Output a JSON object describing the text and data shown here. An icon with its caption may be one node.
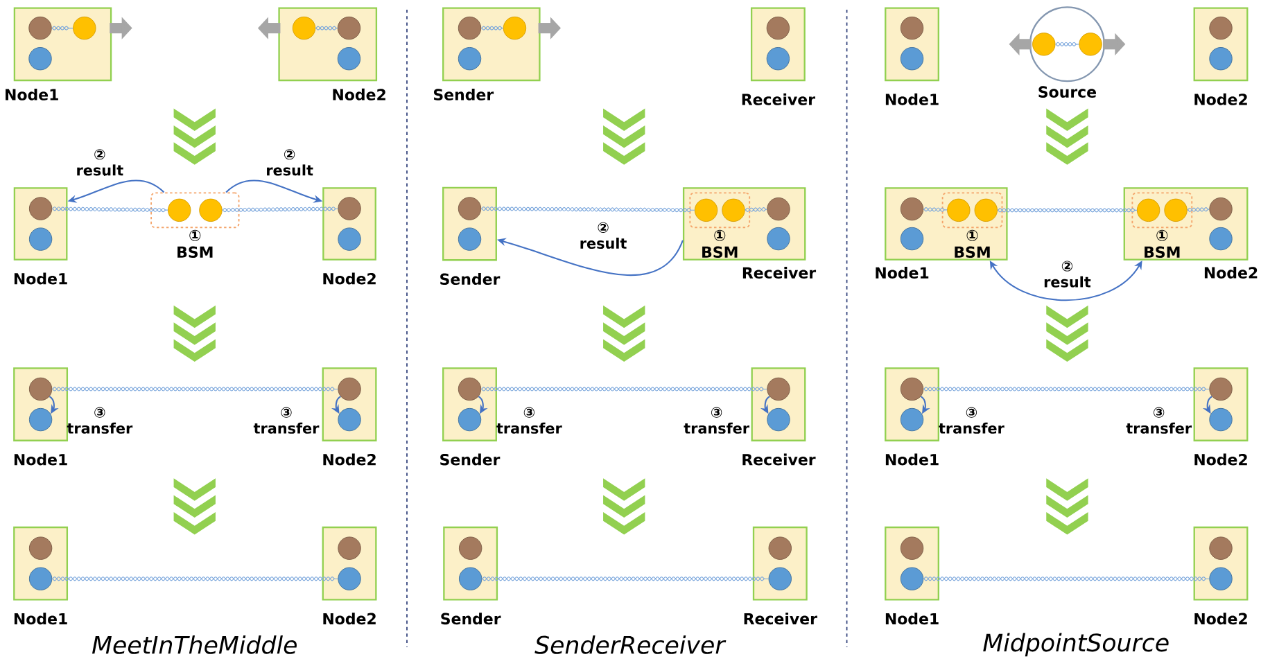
{
  "diagram": {
    "nodes": [
      {
        "text": [
          "Node1"
        ]
      },
      {
        "text": [],
        "shape": "circle",
        "in": 0
      },
      {
        "text": [],
        "shape": "circle",
        "in": 0
      },
      {
        "text": [],
        "shape": "circle",
        "in": 0
      },
      {
        "text": [
          "Node2"
        ]
      },
      {
        "text": [],
        "shape": "circle",
        "in": 4
      },
      {
        "text": [],
        "shape": "circle",
        "in": 4
      },
      {
        "text": [],
        "shape": "circle",
        "in": 4
      },
      {
        "text": [
          "Node1"
        ]
      },
      {
        "text": [],
        "shape": "circle",
        "in": 8
      },
      {
        "text": [],
        "shape": "circle",
        "in": 8
      },
      {
        "text": [
          "① BSM"
        ]
      },
      {
        "text": [],
        "shape": "circle",
        "in": 11
      },
      {
        "text": [],
        "shape": "circle",
        "in": 11
      },
      {
        "text": [
          "Node2"
        ]
      },
      {
        "text": [],
        "shape": "circle",
        "in": 14
      },
      {
        "text": [],
        "shape": "circle",
        "in": 14
      },
      {
        "text": [
          "Node1"
        ]
      },
      {
        "text": [],
        "shape": "circle",
        "in": 17
      },
      {
        "text": [],
        "shape": "circle",
        "in": 17
      },
      {
        "text": [
          "Node2"
        ]
      },
      {
        "text": [],
        "shape": "circle",
        "in": 20
      },
      {
        "text": [],
        "shape": "circle",
        "in": 20
      },
      {
        "text": [
          "Node1"
        ]
      },
      {
        "text": [],
        "shape": "circle",
        "in": 23
      },
      {
        "text": [],
        "shape": "circle",
        "in": 23
      },
      {
        "text": [
          "Node2"
        ]
      },
      {
        "text": [],
        "shape": "circle",
        "in": 26
      },
      {
        "text": [],
        "shape": "circle",
        "in": 26
      },
      {
        "text": [
          "Sender"
        ]
      },
      {
        "text": [],
        "shape": "circle",
        "in": 29
      },
      {
        "text": [],
        "shape": "circle",
        "in": 29
      },
      {
        "text": [],
        "shape": "circle",
        "in": 29
      },
      {
        "text": [
          "Receiver"
        ]
      },
      {
        "text": [],
        "shape": "circle",
        "in": 33
      },
      {
        "text": [],
        "shape": "circle",
        "in": 33
      },
      {
        "text": [
          "Sender"
        ]
      },
      {
        "text": [],
        "shape": "circle",
        "in": 36
      },
      {
        "text": [],
        "shape": "circle",
        "in": 36
      },
      {
        "text": [
          "Receiver"
        ]
      },
      {
        "text": [
          "① BSM"
        ],
        "in": 39
      },
      {
        "text": [],
        "shape": "circle",
        "in": 40
      },
      {
        "text": [],
        "shape": "circle",
        "in": 40
      },
      {
        "text": [],
        "shape": "circle",
        "in": 39
      },
      {
        "text": [],
        "shape": "circle",
        "in": 39
      },
      {
        "text": [
          "Sender"
        ]
      },
      {
        "text": [],
        "shape": "circle",
        "in": 45
      },
      {
        "text": [],
        "shape": "circle",
        "in": 45
      },
      {
        "text": [
          "Receiver"
        ]
      },
      {
        "text": [],
        "shape": "circle",
        "in": 48
      },
      {
        "text": [],
        "shape": "circle",
        "in": 48
      },
      {
        "text": [
          "Sender"
        ]
      },
      {
        "text": [],
        "shape": "circle",
        "in": 51
      },
      {
        "text": [],
        "shape": "circle",
        "in": 51
      },
      {
        "text": [
          "Receiver"
        ]
      },
      {
        "text": [],
        "shape": "circle",
        "in": 54
      },
      {
        "text": [],
        "shape": "circle",
        "in": 54
      },
      {
        "text": [
          "Node1"
        ]
      },
      {
        "text": [],
        "shape": "circle",
        "in": 57
      },
      {
        "text": [],
        "shape": "circle",
        "in": 57
      },
      {
        "text": [
          "Source"
        ]
      },
      {
        "text": [],
        "shape": "circle",
        "in": 60
      },
      {
        "text": [],
        "shape": "circle",
        "in": 60
      },
      {
        "text": [
          "Node2"
        ]
      },
      {
        "text": [],
        "shape": "circle",
        "in": 63
      },
      {
        "text": [],
        "shape": "circle",
        "in": 63
      },
      {
        "text": [
          "Node1"
        ]
      },
      {
        "text": [],
        "shape": "circle",
        "in": 66
      },
      {
        "text": [],
        "shape": "circle",
        "in": 66
      },
      {
        "text": [
          "① BSM"
        ],
        "in": 66
      },
      {
        "text": [],
        "shape": "circle",
        "in": 69
      },
      {
        "text": [],
        "shape": "circle",
        "in": 69
      },
      {
        "text": [
          "Node2"
        ]
      },
      {
        "text": [
          "① BSM"
        ],
        "in": 72
      },
      {
        "text": [],
        "shape": "circle",
        "in": 73
      },
      {
        "text": [],
        "shape": "circle",
        "in": 73
      },
      {
        "text": [],
        "shape": "circle",
        "in": 72
      },
      {
        "text": [],
        "shape": "circle",
        "in": 72
      },
      {
        "text": [
          "Node1"
        ]
      },
      {
        "text": [],
        "shape": "circle",
        "in": 78
      },
      {
        "text": [],
        "shape": "circle",
        "in": 78
      },
      {
        "text": [
          "Node2"
        ]
      },
      {
        "text": [],
        "shape": "circle",
        "in": 81
      },
      {
        "text": [],
        "shape": "circle",
        "in": 81
      },
      {
        "text": [
          "Node1"
        ]
      },
      {
        "text": [],
        "shape": "circle",
        "in": 84
      },
      {
        "text": [],
        "shape": "circle",
        "in": 84
      },
      {
        "text": [
          "Node2"
        ]
      },
      {
        "text": [],
        "shape": "circle",
        "in": 87
      },
      {
        "text": [],
        "shape": "circle",
        "in": 87
      }
    ],
    "edges": [
      {
        "from": 1,
        "to": 2,
        "arrow": "none"
      },
      {
        "from": 5,
        "to": 6,
        "arrow": "none"
      },
      {
        "from": 9,
        "to": 12,
        "arrow": "none"
      },
      {
        "from": 13,
        "to": 15,
        "arrow": "none"
      },
      {
        "from": 11,
        "to": 8,
        "arrow": "to",
        "label": "② result",
        "color": "#4472c4"
      },
      {
        "from": 11,
        "to": 14,
        "arrow": "to",
        "label": "② result",
        "color": "#4472c4"
      },
      {
        "from": 18,
        "to": 21,
        "arrow": "none"
      },
      {
        "from": 18,
        "to": 19,
        "arrow": "to",
        "label": "③ transfer",
        "color": "#4472c4"
      },
      {
        "from": 21,
        "to": 22,
        "arrow": "to",
        "label": "③ transfer",
        "color": "#4472c4"
      },
      {
        "from": 25,
        "to": 28,
        "arrow": "none"
      },
      {
        "from": 30,
        "to": 31,
        "arrow": "none"
      },
      {
        "from": 37,
        "to": 41,
        "arrow": "none"
      },
      {
        "from": 42,
        "to": 43,
        "arrow": "none"
      },
      {
        "from": 39,
        "to": 36,
        "arrow": "to",
        "label": "② result",
        "color": "#4472c4"
      },
      {
        "from": 46,
        "to": 49,
        "arrow": "none"
      },
      {
        "from": 46,
        "to": 47,
        "arrow": "to",
        "label": "③ transfer",
        "color": "#4472c4"
      },
      {
        "from": 49,
        "to": 50,
        "arrow": "to",
        "label": "③ transfer",
        "color": "#4472c4"
      },
      {
        "from": 53,
        "to": 56,
        "arrow": "none"
      },
      {
        "from": 61,
        "to": 62,
        "arrow": "none"
      },
      {
        "from": 67,
        "to": 70,
        "arrow": "none"
      },
      {
        "from": 71,
        "to": 74,
        "arrow": "none"
      },
      {
        "from": 75,
        "to": 76,
        "arrow": "none"
      },
      {
        "from": 66,
        "to": 72,
        "arrow": "both",
        "label": "② result",
        "color": "#4472c4"
      },
      {
        "from": 79,
        "to": 82,
        "arrow": "none"
      },
      {
        "from": 79,
        "to": 80,
        "arrow": "to",
        "label": "③ transfer",
        "color": "#4472c4"
      },
      {
        "from": 82,
        "to": 83,
        "arrow": "to",
        "label": "③ transfer",
        "color": "#4472c4"
      },
      {
        "from": 86,
        "to": 89,
        "arrow": "none"
      },
      {
        "from": 2,
        "to": null,
        "arrow": "to",
        "style": "thick",
        "color": "#a6a6a6"
      },
      {
        "from": 5,
        "to": null,
        "arrow": "to",
        "style": "thick",
        "color": "#a6a6a6"
      },
      {
        "from": 31,
        "to": null,
        "arrow": "to",
        "style": "thick",
        "color": "#a6a6a6"
      },
      {
        "from": 61,
        "to": null,
        "arrow": "to",
        "style": "thick",
        "color": "#a6a6a6"
      },
      {
        "from": 62,
        "to": null,
        "arrow": "to",
        "style": "thick",
        "color": "#a6a6a6"
      }
    ],
    "labels": [
      "MeetInTheMiddle",
      "SenderReceiver",
      "MidpointSource"
    ]
  }
}
